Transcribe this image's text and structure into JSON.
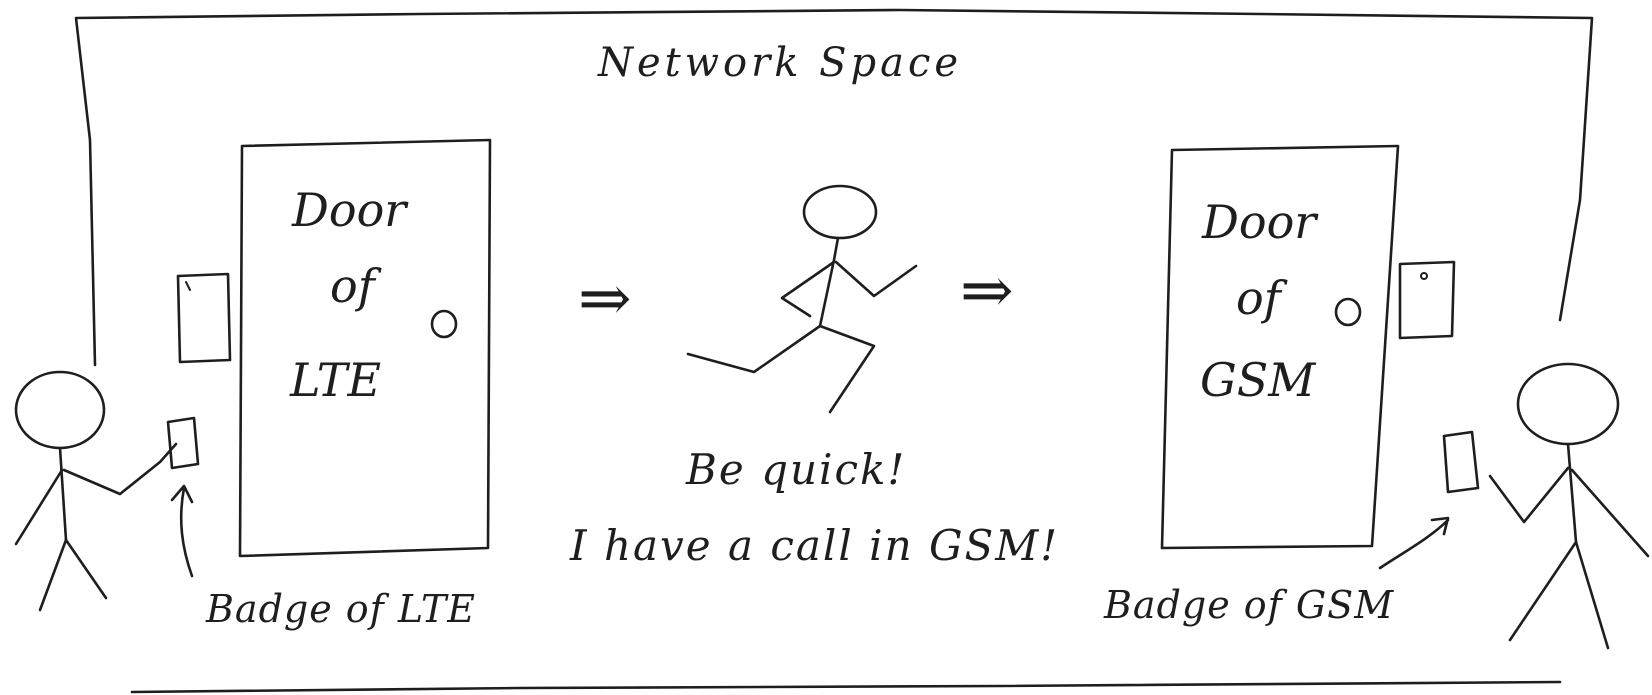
{
  "diagram": {
    "title": "Network Space",
    "lte_door": {
      "line1": "Door",
      "line2": "of",
      "line3": "LTE"
    },
    "gsm_door": {
      "line1": "Door",
      "line2": "of",
      "line3": "GSM"
    },
    "speech": {
      "line1": "Be quick!",
      "line2": "I have a call in GSM!"
    },
    "badges": {
      "lte": "Badge of LTE",
      "gsm": "Badge of GSM"
    },
    "arrows": {
      "left": "⇒",
      "right": "⇒"
    }
  }
}
